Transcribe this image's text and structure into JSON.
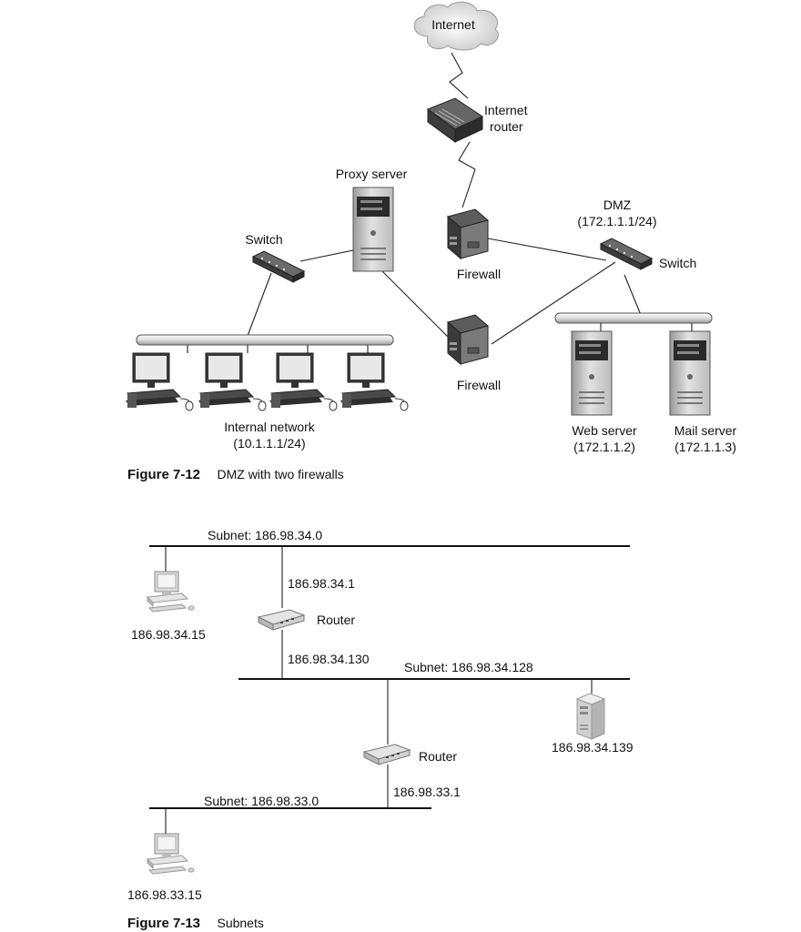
{
  "figure12": {
    "internet": "Internet",
    "internet_router": [
      "Internet",
      "router"
    ],
    "proxy_server": "Proxy server",
    "switch_internal": "Switch",
    "switch_dmz": "Switch",
    "firewall_top": "Firewall",
    "firewall_bottom": "Firewall",
    "dmz": [
      "DMZ",
      "(172.1.1.1/24)"
    ],
    "internal_network": [
      "Internal network",
      "(10.1.1.1/24)"
    ],
    "web_server": [
      "Web server",
      "(172.1.1.2)"
    ],
    "mail_server": [
      "Mail server",
      "(172.1.1.3)"
    ],
    "caption_number": "Figure 7-12",
    "caption_text": "DMZ with two firewalls"
  },
  "figure13": {
    "subnet_top": "Subnet: 186.98.34.0",
    "host_top": "186.98.34.15",
    "router1_ip_top": "186.98.34.1",
    "router1_label": "Router",
    "router1_ip_bottom": "186.98.34.130",
    "subnet_middle": "Subnet: 186.98.34.128",
    "server_ip": "186.98.34.139",
    "router2_label": "Router",
    "router2_ip": "186.98.33.1",
    "subnet_bottom": "Subnet: 186.98.33.0",
    "host_bottom": "186.98.33.15",
    "caption_number": "Figure 7-13",
    "caption_text": "Subnets"
  }
}
